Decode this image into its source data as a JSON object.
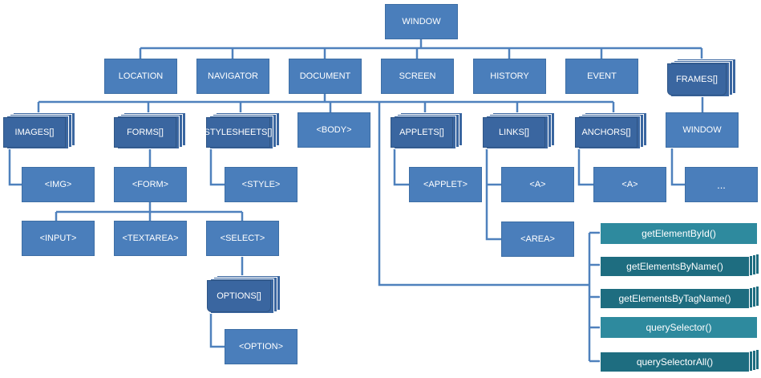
{
  "nodes": {
    "window": "WINDOW",
    "location": "LOCATION",
    "navigator": "NAVIGATOR",
    "document": "DOCUMENT",
    "screen": "SCREEN",
    "history": "HISTORY",
    "event": "EVENT",
    "frames": "FRAMES[]",
    "images": "IMAGES[]",
    "forms": "FORMS[]",
    "stylesheets": "STYLESHEETS[]",
    "body": "<BODY>",
    "applets": "APPLETS[]",
    "links": "LINKS[]",
    "anchors": "ANCHORS[]",
    "frame_window": "WINDOW",
    "img": "<IMG>",
    "form": "<FORM>",
    "style": "<STYLE>",
    "applet": "<APPLET>",
    "links_a": "<A>",
    "anchors_a": "<A>",
    "frame_more": "...",
    "input": "<INPUT>",
    "textarea": "<TEXTAREA>",
    "select": "<SELECT>",
    "area": "<AREA>",
    "options": "OPTIONS[]",
    "option": "<OPTION>"
  },
  "methods": {
    "getElementById": "getElementById()",
    "getElementsByName": "getElementsByName()",
    "getElementsByTagName": "getElementsByTagName()",
    "querySelector": "querySelector()",
    "querySelectorAll": "querySelectorAll()"
  },
  "colors": {
    "node": "#4a7ebb",
    "collection": "#3a66a0",
    "method": "#2e8a9e",
    "method_collection": "#1e6d80",
    "connector": "#4f81bd"
  }
}
